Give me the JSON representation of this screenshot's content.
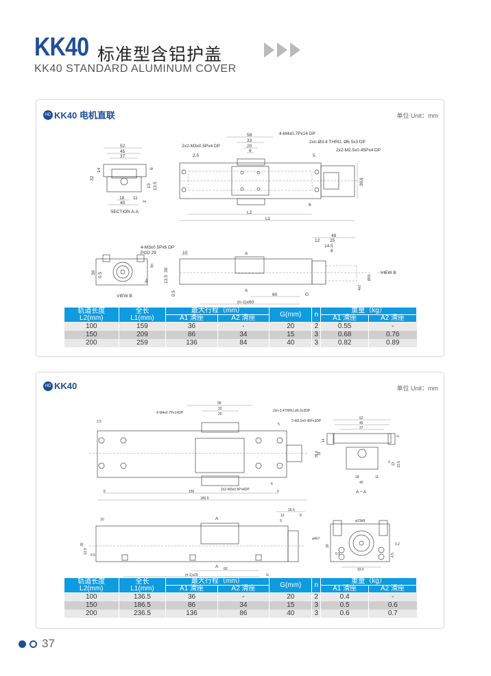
{
  "header": {
    "model": "KK40",
    "title_cn": "标准型含铝护盖",
    "title_en": "KK40 STANDARD ALUMINUM COVER"
  },
  "unit_label": "单位 Unit：mm",
  "badge": "HD",
  "section1": {
    "title": "KK40 电机直联",
    "drawing_labels": {
      "d52": "52",
      "d45": "45",
      "d37": "37",
      "d32": "32",
      "d14": "14",
      "d6": "6",
      "d13": "13",
      "d13_5": "13.5",
      "d2": "2",
      "d18": "18",
      "d11": "11",
      "d40": "40",
      "section": "SECTION A-A",
      "d58": "58",
      "d33": "33",
      "d20": "20",
      "d6b": "6",
      "m3": "2x2-M3x0.5Px4 DP",
      "m4": "4-M4x0.7Px14 DP",
      "thru": "2xn-Ø3.4 THRU, Ø6.5x3 DP",
      "m25": "2x2-M2.5x0.45Px4 DP",
      "d2_5": "2.5",
      "d5": "5",
      "d6c": "6",
      "d39_6": "39.6",
      "L2": "L2",
      "L1": "L1",
      "vb_holes": "4-M3x0.5Px6 DP",
      "pcd": "PCD 29",
      "vb_30": "30",
      "vb_05": "0.5",
      "vb_angle": "30°",
      "vb_angle2": "30°",
      "view_b": "VIEW B",
      "s10": "10",
      "s30": "30",
      "s13_5": "13.5",
      "s0_5": "0.5",
      "s60": "60",
      "sG": "G",
      "spitch": "(n-1)x60",
      "s49": "49",
      "s12": "12",
      "s25": "25",
      "s14_5": "14.5",
      "s8": "8",
      "sA": "A",
      "sdia": "Ø20",
      "s4h7": "4h7",
      "view_b_arrow": "VIEW B"
    },
    "table": {
      "headers": {
        "l2": "轨道长度",
        "l2u": "L2(mm)",
        "l1": "全长",
        "l1u": "L1(mm)",
        "stroke": "最大行程（mm）",
        "a1": "A1 滑座",
        "a2": "A2 滑座",
        "g": "G(mm)",
        "n": "n",
        "weight": "重量（kg）",
        "wa1": "A1 滑座",
        "wa2": "A2 滑座"
      },
      "rows": [
        [
          "100",
          "159",
          "36",
          "-",
          "20",
          "2",
          "0.55",
          "-"
        ],
        [
          "150",
          "209",
          "86",
          "34",
          "15",
          "3",
          "0.68",
          "0.76"
        ],
        [
          "200",
          "259",
          "136",
          "84",
          "40",
          "3",
          "0.82",
          "0.89"
        ]
      ]
    }
  },
  "section2": {
    "title": "KK40",
    "drawing_labels": {
      "d58": "58",
      "d33": "33",
      "d20": "20",
      "m4": "4-M4x0.7Px14DP",
      "thru": "2xn-3.4THRU,ø6.5x3DP",
      "m25": "2-M2.5x0.45Px3DP",
      "d2_5": "2.5",
      "d5": "5",
      "d39_6": "39.6",
      "d6": "6",
      "m3": "2x2-M3x0.5Px4DP",
      "b5a": "5",
      "b150": "150",
      "b5b": "5",
      "b186_5": "186.5",
      "a52": "52",
      "a45": "45",
      "a37": "37",
      "a14": "14",
      "a6": "6",
      "a32": "32",
      "a13": "13",
      "a13_5": "13.5",
      "a2": "2",
      "a18": "18",
      "a11": "11",
      "a40": "40",
      "aa": "A－A",
      "s10": "10",
      "s26_5": "26.5",
      "s12": "12",
      "s8": "8",
      "s9": "9",
      "s4h7": "ø4h7",
      "s30": "30",
      "s13_5": "13.5",
      "s0_5": "0.5",
      "s60": "60",
      "spitch": "(n-1)x29",
      "sG": "G",
      "sA": "A",
      "v23": "ø23h8",
      "v3_2": "3.2",
      "v30": "30",
      "v0_5": "0.5",
      "v4_5": "4.5",
      "v33_6": "33.6"
    },
    "table": {
      "headers": {
        "l2": "轨道长度",
        "l2u": "L2(mm)",
        "l1": "全长",
        "l1u": "L1(mm)",
        "stroke": "最大行程（mm）",
        "a1": "A1 滑座",
        "a2": "A2 滑座",
        "g": "G(mm)",
        "n": "n",
        "weight": "重量（kg）",
        "wa1": "A1 滑座",
        "wa2": "A2 滑座"
      },
      "rows": [
        [
          "100",
          "136.5",
          "36",
          "-",
          "20",
          "2",
          "0.4",
          "-"
        ],
        [
          "150",
          "186.5",
          "86",
          "34",
          "15",
          "3",
          "0.5",
          "0.6"
        ],
        [
          "200",
          "236.5",
          "136",
          "86",
          "40",
          "3",
          "0.6",
          "0.7"
        ]
      ]
    }
  },
  "footer": {
    "page": "37"
  },
  "colors": {
    "brand": "#1f4e97",
    "table_header": "#0f9be0"
  }
}
